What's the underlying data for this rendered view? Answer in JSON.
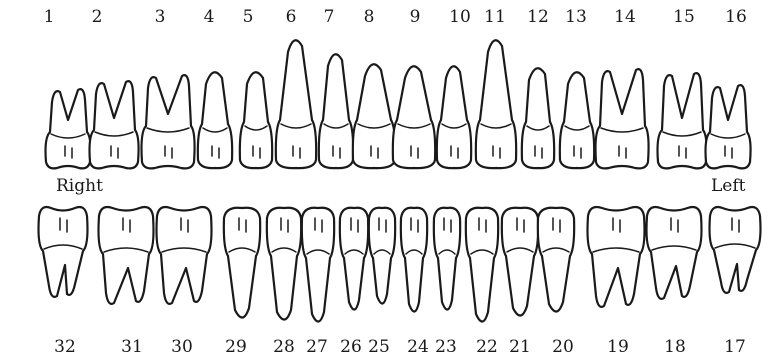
{
  "upper_numbers": [
    "1",
    "2",
    "3",
    "4",
    "5",
    "6",
    "7",
    "8",
    "9",
    "10",
    "11",
    "12",
    "13",
    "14",
    "15",
    "16"
  ],
  "lower_numbers": [
    "32",
    "31",
    "30",
    "29",
    "28",
    "27",
    "26",
    "25",
    "24",
    "23",
    "22",
    "21",
    "20",
    "19",
    "18",
    "17"
  ],
  "labels": {
    "right": "Right",
    "left": "Left"
  }
}
